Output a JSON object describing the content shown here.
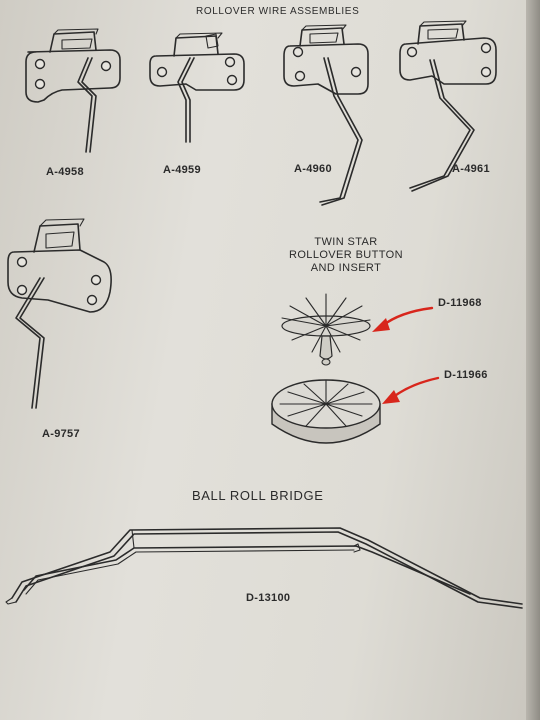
{
  "section_title": "ROLLOVER WIRE ASSEMBLIES",
  "parts": {
    "a4958": "A-4958",
    "a4959": "A-4959",
    "a4960": "A-4960",
    "a4961": "A-4961",
    "a9757": "A-9757",
    "d11968": "D-11968",
    "d11966": "D-11966",
    "d13100": "D-13100"
  },
  "twin_star": {
    "line1": "TWIN STAR",
    "line2": "ROLLOVER BUTTON",
    "line3": "AND INSERT"
  },
  "ball_roll_bridge_title": "BALL ROLL BRIDGE",
  "colors": {
    "paper": "#dedcd5",
    "ink": "#2b2b2b",
    "callout_arrow": "#d8261c"
  }
}
